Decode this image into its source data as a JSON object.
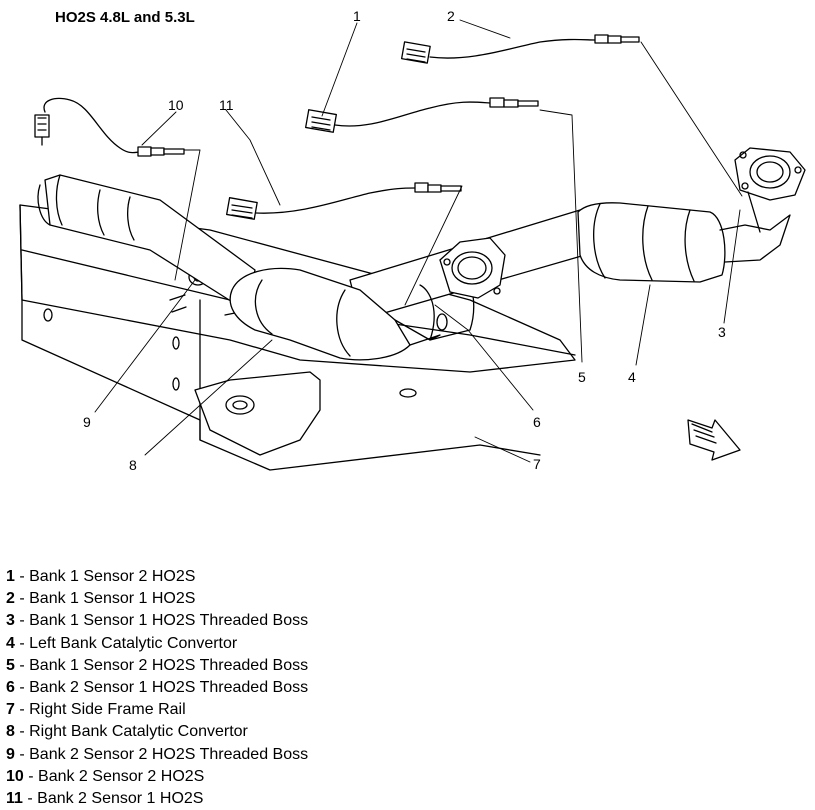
{
  "title": "HO2S 4.8L and 5.3L",
  "callouts": [
    "1",
    "2",
    "3",
    "4",
    "5",
    "6",
    "7",
    "8",
    "9",
    "10",
    "11"
  ],
  "legend": [
    {
      "num": "1",
      "sep": " - ",
      "text": "Bank 1 Sensor 2 HO2S"
    },
    {
      "num": "2",
      "sep": " - ",
      "text": "Bank 1 Sensor 1 HO2S"
    },
    {
      "num": "3",
      "sep": " - ",
      "text": "Bank 1 Sensor 1 HO2S Threaded Boss"
    },
    {
      "num": "4",
      "sep": " - ",
      "text": "Left Bank Catalytic Convertor"
    },
    {
      "num": "5",
      "sep": " - ",
      "text": "Bank 1 Sensor 2 HO2S Threaded Boss"
    },
    {
      "num": "6",
      "sep": " - ",
      "text": "Bank 2 Sensor 1 HO2S Threaded Boss"
    },
    {
      "num": "7",
      "sep": " - ",
      "text": "Right Side Frame Rail"
    },
    {
      "num": "8",
      "sep": " - ",
      "text": "Right Bank Catalytic Convertor"
    },
    {
      "num": "9",
      "sep": " - ",
      "text": "Bank 2 Sensor 2 HO2S Threaded Boss"
    },
    {
      "num": "10",
      "sep": " - ",
      "text": "Bank 2 Sensor 2 HO2S"
    },
    {
      "num": "11",
      "sep": " - ",
      "text": "Bank 2 Sensor 1 HO2S"
    }
  ]
}
